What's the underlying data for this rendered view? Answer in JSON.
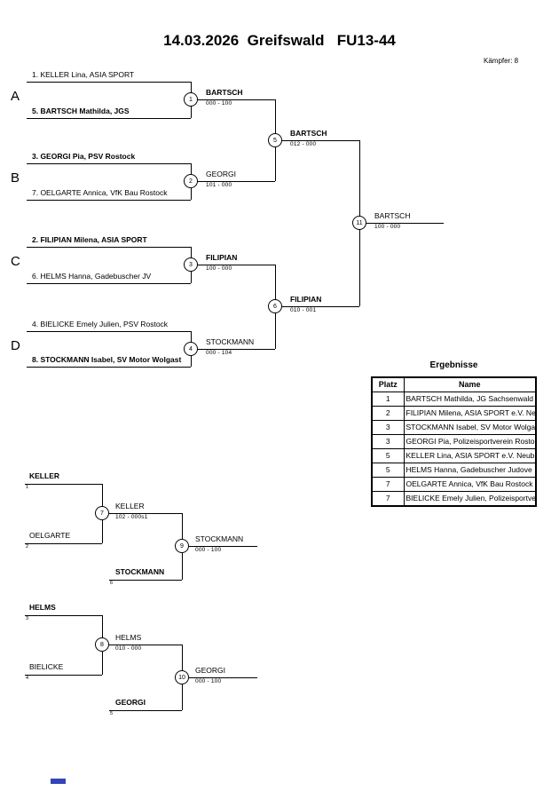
{
  "title": "14.03.2026  Greifswald   FU13-44",
  "fighters_count_label": "Kämpfer: 8",
  "pools": {
    "a": "A",
    "b": "B",
    "c": "C",
    "d": "D"
  },
  "main_bracket": {
    "slots": [
      {
        "text": "1. KELLER Lina, ASIA SPORT"
      },
      {
        "text": "5. BARTSCH Mathilda, JGS"
      },
      {
        "text": "3. GEORGI Pia, PSV Rostock"
      },
      {
        "text": "7. OELGARTE Annica, VfK Bau Rostock"
      },
      {
        "text": "2. FILIPIAN Milena, ASIA SPORT"
      },
      {
        "text": "6. HELMS Hanna, Gadebuscher JV"
      },
      {
        "text": "4. BIELICKE Emely Julien, PSV Rostock"
      },
      {
        "text": "8. STOCKMANN Isabel, SV Motor Wolgast"
      }
    ],
    "matches": {
      "m1": {
        "number": "1",
        "winner": "BARTSCH",
        "score": "000 - 100"
      },
      "m2": {
        "number": "2",
        "winner": "GEORGI",
        "score": "101 - 000"
      },
      "m3": {
        "number": "3",
        "winner": "FILIPIAN",
        "score": "100 - 000"
      },
      "m4": {
        "number": "4",
        "winner": "STOCKMANN",
        "score": "000 - 104"
      },
      "m5": {
        "number": "5",
        "winner": "BARTSCH",
        "score": "012 - 000"
      },
      "m6": {
        "number": "6",
        "winner": "FILIPIAN",
        "score": "010 - 001"
      },
      "m11": {
        "number": "11",
        "winner": "BARTSCH",
        "score": "100 - 000"
      }
    }
  },
  "repechage": {
    "slots": {
      "keller": {
        "text": "KELLER",
        "seed": "1"
      },
      "oelgarte": {
        "text": "OELGARTE",
        "seed": "2"
      },
      "stockmann": {
        "text": "STOCKMANN",
        "seed": "6"
      },
      "helms": {
        "text": "HELMS",
        "seed": "3"
      },
      "bielicke": {
        "text": "BIELICKE",
        "seed": "4"
      },
      "georgi": {
        "text": "GEORGI",
        "seed": "5"
      }
    },
    "matches": {
      "m7": {
        "number": "7",
        "winner": "KELLER",
        "score": "102 - 000s1"
      },
      "m9": {
        "number": "9",
        "winner": "STOCKMANN",
        "score": "000 - 100"
      },
      "m8": {
        "number": "8",
        "winner": "HELMS",
        "score": "010 - 000"
      },
      "m10": {
        "number": "10",
        "winner": "GEORGI",
        "score": "000 - 100"
      }
    }
  },
  "results": {
    "title": "Ergebnisse",
    "headers": [
      "Platz",
      "Name"
    ],
    "rows": [
      [
        "1",
        "BARTSCH Mathilda, JG Sachsenwald"
      ],
      [
        "2",
        "FILIPIAN Milena, ASIA SPORT e.V. Neu"
      ],
      [
        "3",
        "STOCKMANN Isabel, SV Motor Wolgas"
      ],
      [
        "3",
        "GEORGI Pia, Polizeisportverein Rosto"
      ],
      [
        "5",
        "KELLER Lina, ASIA SPORT e.V. Neub"
      ],
      [
        "5",
        "HELMS Hanna, Gadebuscher Judove"
      ],
      [
        "7",
        "OELGARTE Annica, VfK Bau Rostock"
      ],
      [
        "7",
        "BIELICKE Emely Julien, Polizeisportve"
      ]
    ]
  }
}
